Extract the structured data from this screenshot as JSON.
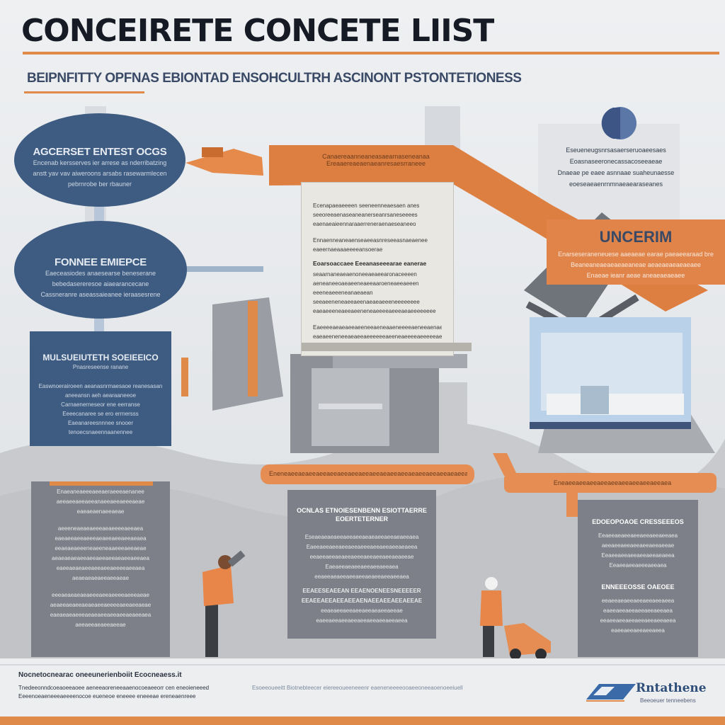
{
  "header": {
    "title": "CONCEIRETE CONCETE LIIST",
    "subtitle": "BEIPNFITTY OPFNAS ЕВIONTAD ENSOHCULTRH ASCINONT PSTONTETIONESS"
  },
  "left_column": {
    "ellipse_top": {
      "heading": "AGCERSET ENTEST OCGS",
      "lines": [
        "Encenab kersserves ier arrese as nderribatzing",
        "anstt yav vav aiweroons arsabs rasewarmlecen",
        "pebrnrobe ber rbauner"
      ]
    },
    "ellipse_mid": {
      "heading": "FONNEE EMIEPCE",
      "lines": [
        "Eaeceasiodes anaesearse beneserane",
        "bebedasereresoe aiaearancecane",
        "Cassneranre aseassaieanee ieraasesrene"
      ]
    },
    "blue_box": {
      "heading": "MULSUEIUTETH SOEIEEICO",
      "subheading": "Pnasreseense ranane",
      "lines": [
        "Easwnoerairoeen aeanasnrmaesaoe reanesasan",
        "aneeansn aeh aearaaneeoe",
        "Carnaenerneseor ene eerranse",
        "Eeeecanaree se ero errnersss",
        "Eaeanareesnnnee snooer tenoecsnaeennaanennee"
      ]
    }
  },
  "center_doc": {
    "lines_a": [
      "Ecenapaeaeeeen seeneenneaesaen anes",
      "seeoreeaenaseaneanerseanrsaneseeees",
      "eaenaeaieennaraaerreneraenaeseaneeo"
    ],
    "lines_b": [
      "Ennaenneaneaenseaeeasnreseeasnaeaenee",
      "eaeernaeaaaeeeeansoerae"
    ],
    "heading": "Eoarsoaccaee Eeeanaseeearae eanerae",
    "lines_c": [
      "seaarnaneaeaenoneeaeaeearonaceeeen",
      "aeneaneeoaeaeeneaeeaaroeneaeeaeeen",
      "eeeneaeeeneanaeaean",
      "seeaeeneneaeeaeenaeaeaeeeneeeeeeee",
      "eaeaeeeneaeeaeeneneaeeeeaeeeaeaeeeeeeee"
    ],
    "lines_d": [
      "Eaeeeeaeaeaeeaeeneeaeneaaeneeeeaeneeaenaeae",
      "eaeaeeneneeaeaeeaeeeeeeaeeneaeeeeaeeeeeaeeae"
    ]
  },
  "top_ribbon": {
    "lines": [
      "Canaereaanneaneasaearnaseneanaa",
      "Ereaaereaeaenaeanresaesrraneee"
    ]
  },
  "right_top": {
    "lines": [
      "Eseueneugsnrsasaerseruoaeesaes",
      "Eoasnaseeronecassacoseeaeae",
      "Dnaeae pe eaee asnnaae suaheunaesse",
      "eoeseaeaenrnmnaeaearaseanes"
    ]
  },
  "orange_card": {
    "heading": "UNCERIM",
    "lines": [
      "Enarseseraneneuese aaeaeae earae paeaeearaad bre",
      "Beaneaneaeaeaeaeaneae aeaeaeaeaeaeaee",
      "Enaeae ieanr aeae aneaeaeaeaee"
    ]
  },
  "lower_left_panel": {
    "lines": [
      "Enaeaneaeeeaeeaeraeeeaenanee",
      "aeeaeeaeeaeeanaeeaeeaeeeaeae",
      "eaeaeaenaeeaeae",
      "aeeeneaeaeaeeeaeaeeeeaeeaea",
      "eaeaeeaeeaeeeaeaeeaeeaeeaeaea",
      "eeaeaeaeeeneaeeneaaeeeaeeaeae",
      "aeaeaeaeaeeaeeaeeaeeaeaeeaeeaea",
      "eaeeaeaeaeeaeeaeeaeeeeaeeaea",
      "aeaeaeaeaeeaeeaeae",
      "eeeaeaeaeaeaeeeaeeaeeeeaeeeaeae",
      "aeaeeaeaeeaeaeaeeaeeeeaeeaeeaeae",
      "eaeaeaeaeeeaeaeaeeaeeaeeaeaeeaea",
      "aeeaeeaeaeeaeeae"
    ]
  },
  "lower_center_panel": {
    "heading": "OCNLAS ETNOIESENBENN ESIOTTAERRE",
    "subheading": "EOERTETERNER",
    "lines": [
      "Eseaeaeaeaeeaeeaeeaeaeaeeaeeaeaeeaea",
      "Eaeeaeeaeeaeeaeeaeeeaeeaeeaeeaeaeea",
      "eeaeeaeeaeaeeaeeeaeeaeeaeeaeaeeae",
      "Eaeaeeaeaeeaeeaeeaeeaea",
      "eeaeeaeaeeaeeaeeaeaeeaeeaeeaea",
      "EEAEESEAEEAN EEAENOENEESNEEEEER",
      "EEAEEAEEAEEAEEAENAEEAEEAEEAEEAE",
      "eeaeaeeaeeaeeaeeaeaeeaeeae",
      "eaeeaeeaeeaeeaeeaeeaeeaeeaeea"
    ]
  },
  "lower_right_panel": {
    "heading": "EDOEOPOAOE CRESSEEEOS",
    "lines": [
      "Eeaeeaeaeeaeeaeeaeeaeeaea",
      "aeeaeeaeeaeeaeeaeeaeeae",
      "Eeaeeaeeaeeaeeaeeaeaeea",
      "Eeaeeaeeaeeeaeeaea"
    ],
    "heading_b": "ENNEEEOSSE OAEOEE",
    "lines_b": [
      "eeaeeaeaeeaeeaeeaeeaeea",
      "eaeeaeeaeeaeeaeeaeeaea",
      "eeaeeaeeaeeaeeaeeaeeaeea",
      "eaeeaeeaeeaeeaeea"
    ]
  },
  "mid_ribbon": {
    "left": "Eneneaeeaeaeeaeeaeeaeeaeeaeeaeeaeaeeaeeaeaeeaeeaeeaeaeeaeeaea",
    "right": "Eneaeeaeeaeeaeeaeeaeeaeeaeeaeeaea"
  },
  "footer": {
    "note": "Nocnetocnearac oneeunerienboiit Ecocneaess.it",
    "lines": [
      "Tnedeeonndcoeaoeeaoee aeneeaoreneeaaenocoeaeeorr cen eneoieneeed",
      "Eeeenoeaeneeeaeeeenocoe eueneoe eneeee eneeeae ereneaenreee"
    ],
    "center_text": "Esoeeoueeitt Biotnebteecer eiereeoueeneeenr eaeneneeeeooaeeoneeaoenoeeiuell",
    "logo_name": "Rntathene",
    "logo_tag": "Beeoeuer tenneebens"
  },
  "colors": {
    "accent": "#e08a4a",
    "navy": "#3e5c82",
    "panel": "#7d8088"
  }
}
